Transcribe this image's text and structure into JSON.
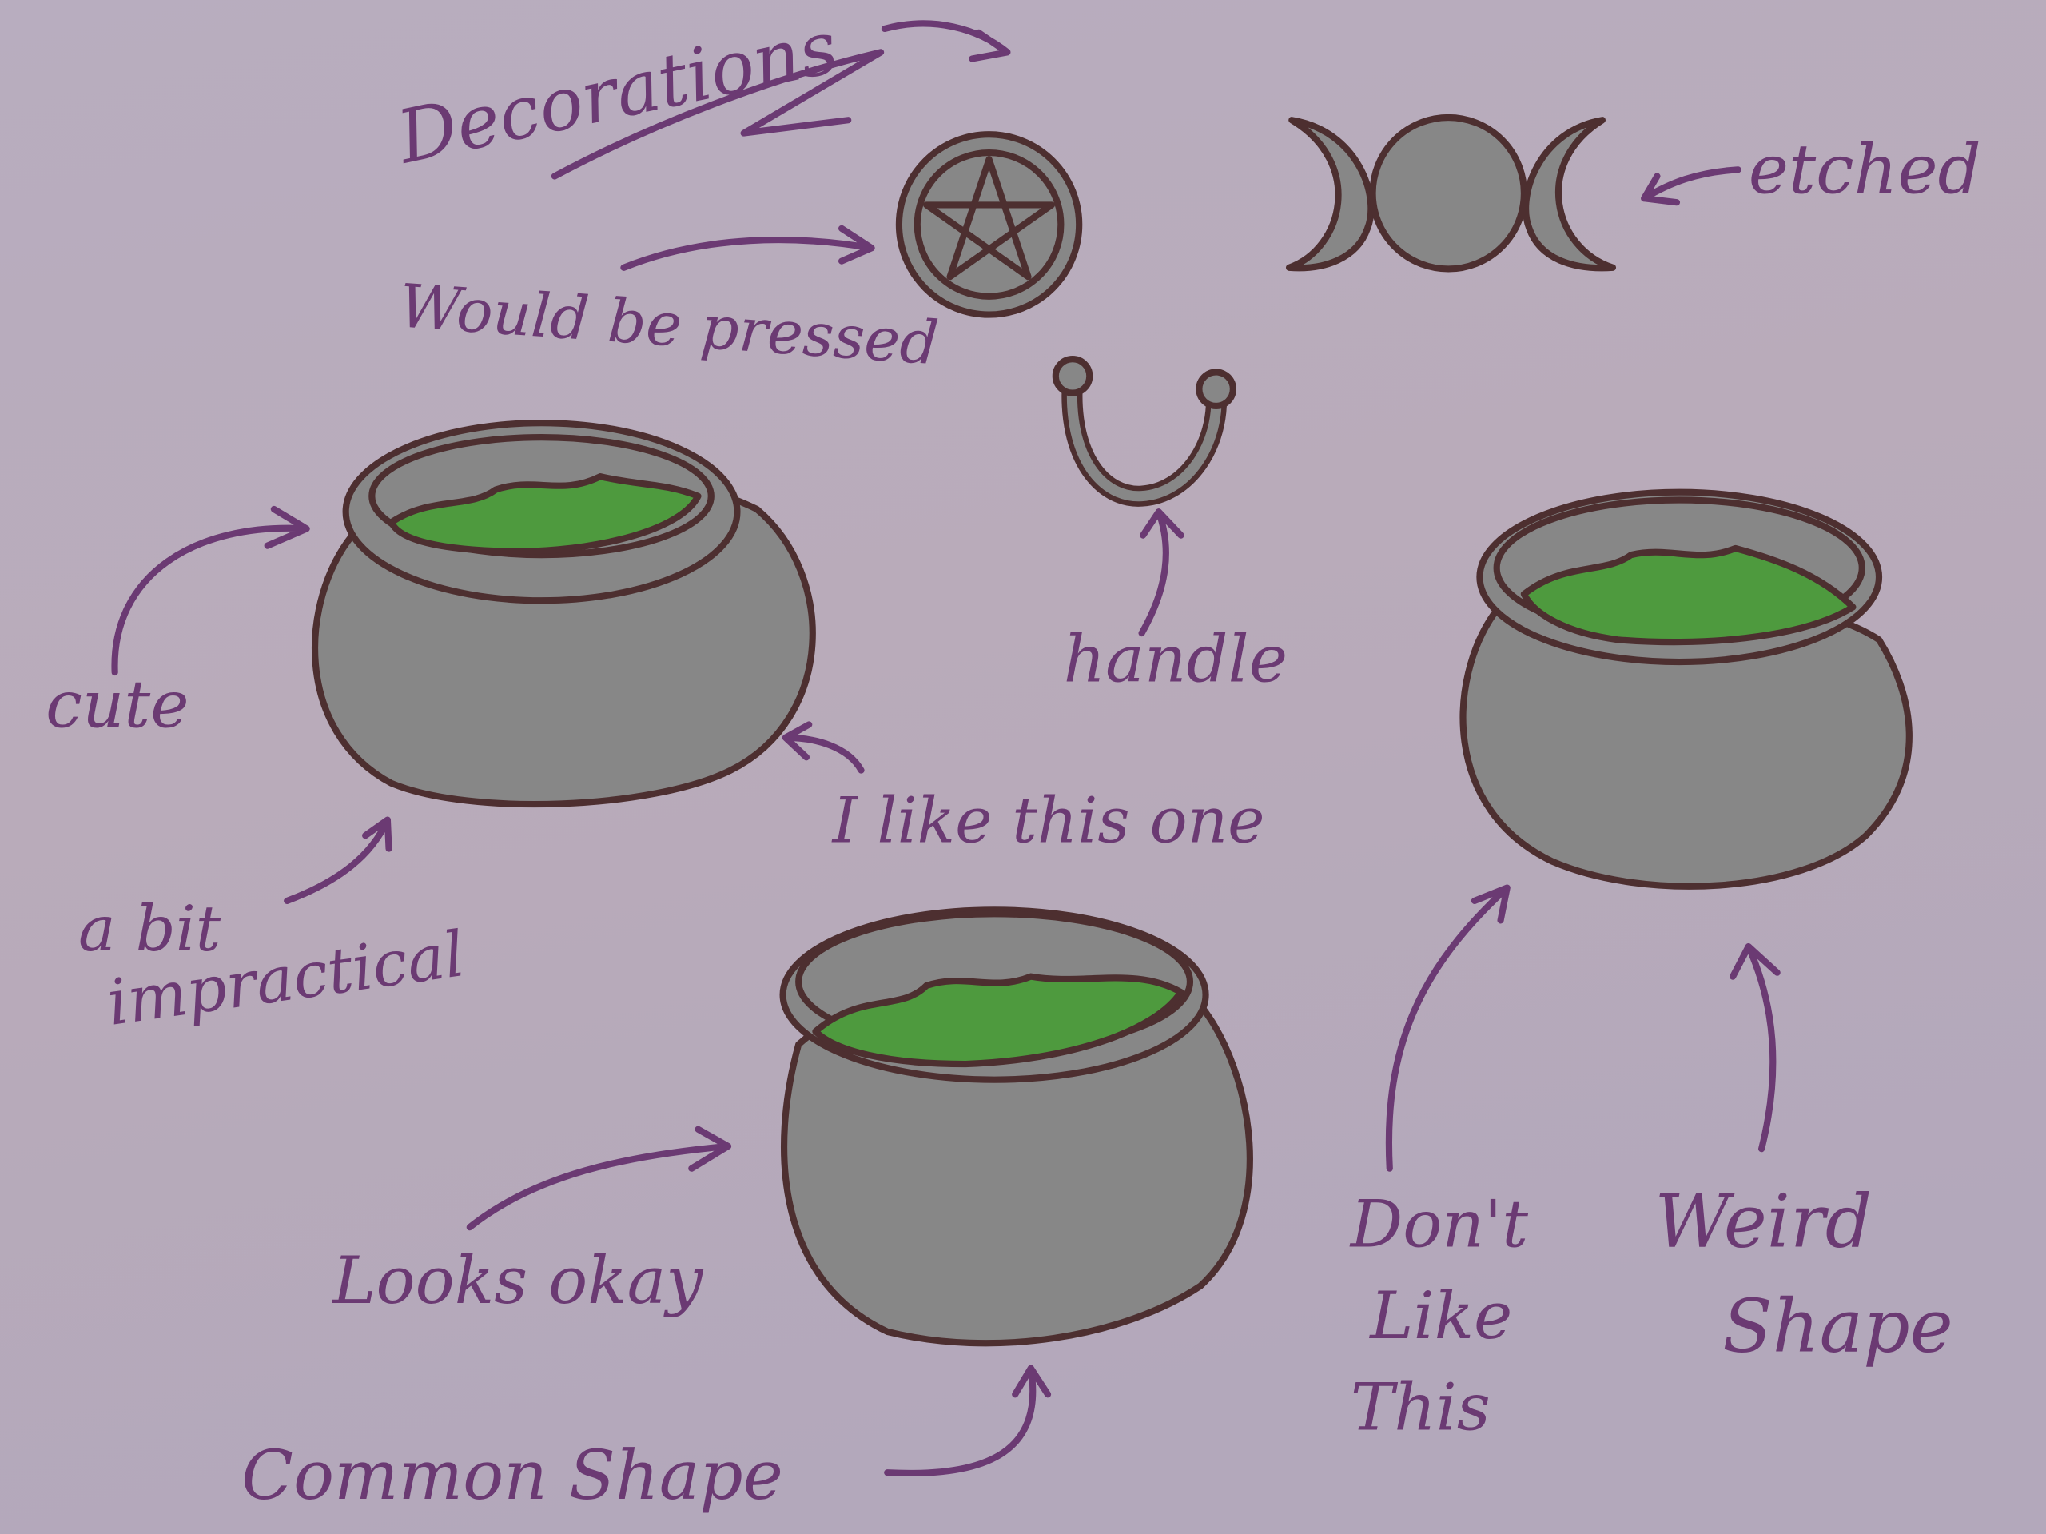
{
  "colors": {
    "background_top": "#b3afc0",
    "background_bottom": "#b9a9bb",
    "ink": "#6b3a73",
    "outline": "#4d2f30",
    "metal": "#878787",
    "potion": "#4e9a3e"
  },
  "notes": {
    "decorations": "Decorations",
    "would_be_pressed": "Would be pressed",
    "etched": "etched",
    "handle": "handle",
    "cute": "cute",
    "i_like_this_one": "I like this one",
    "a_bit": "a bit",
    "impractical": "impractical",
    "looks_okay": "Looks okay",
    "common_shape": "Common Shape",
    "dont": "Don't",
    "like": "Like",
    "this": "This",
    "weird": "Weird",
    "shape": "Shape"
  }
}
